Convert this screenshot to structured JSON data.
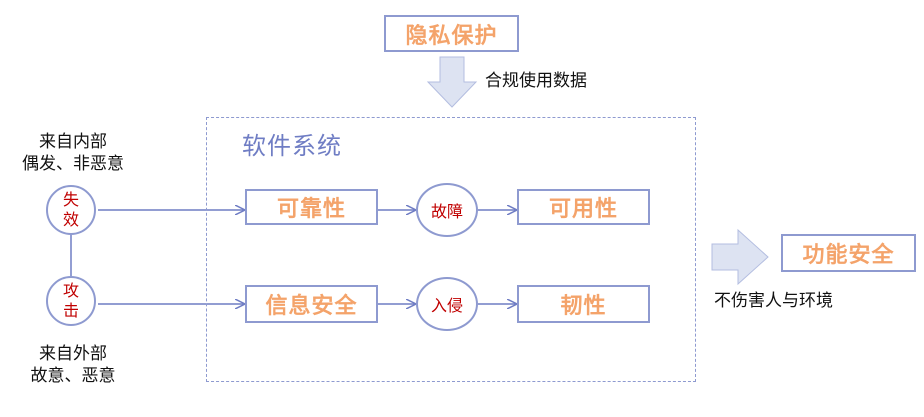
{
  "privacy": {
    "box": "隐私保护",
    "arrow_label": "合规使用数据"
  },
  "system": {
    "title": "软件系统"
  },
  "left": {
    "top_label_1": "来自内部",
    "top_label_2": "偶发、非恶意",
    "failure_1": "失",
    "failure_2": "效",
    "attack_1": "攻",
    "attack_2": "击",
    "bottom_label_1": "来自外部",
    "bottom_label_2": "故意、恶意"
  },
  "row1": {
    "left_box": "可靠性",
    "circle": "故障",
    "right_box": "可用性"
  },
  "row2": {
    "left_box": "信息安全",
    "circle": "入侵",
    "right_box": "韧性"
  },
  "outcome": {
    "box": "功能安全",
    "label": "不伤害人与环境"
  },
  "colors": {
    "border": "#8e9ad0",
    "box_text": "#f4a36a",
    "circle_text": "#c00000",
    "title_text": "#6f7dc4",
    "arrow_fill": "#dde3f2"
  }
}
